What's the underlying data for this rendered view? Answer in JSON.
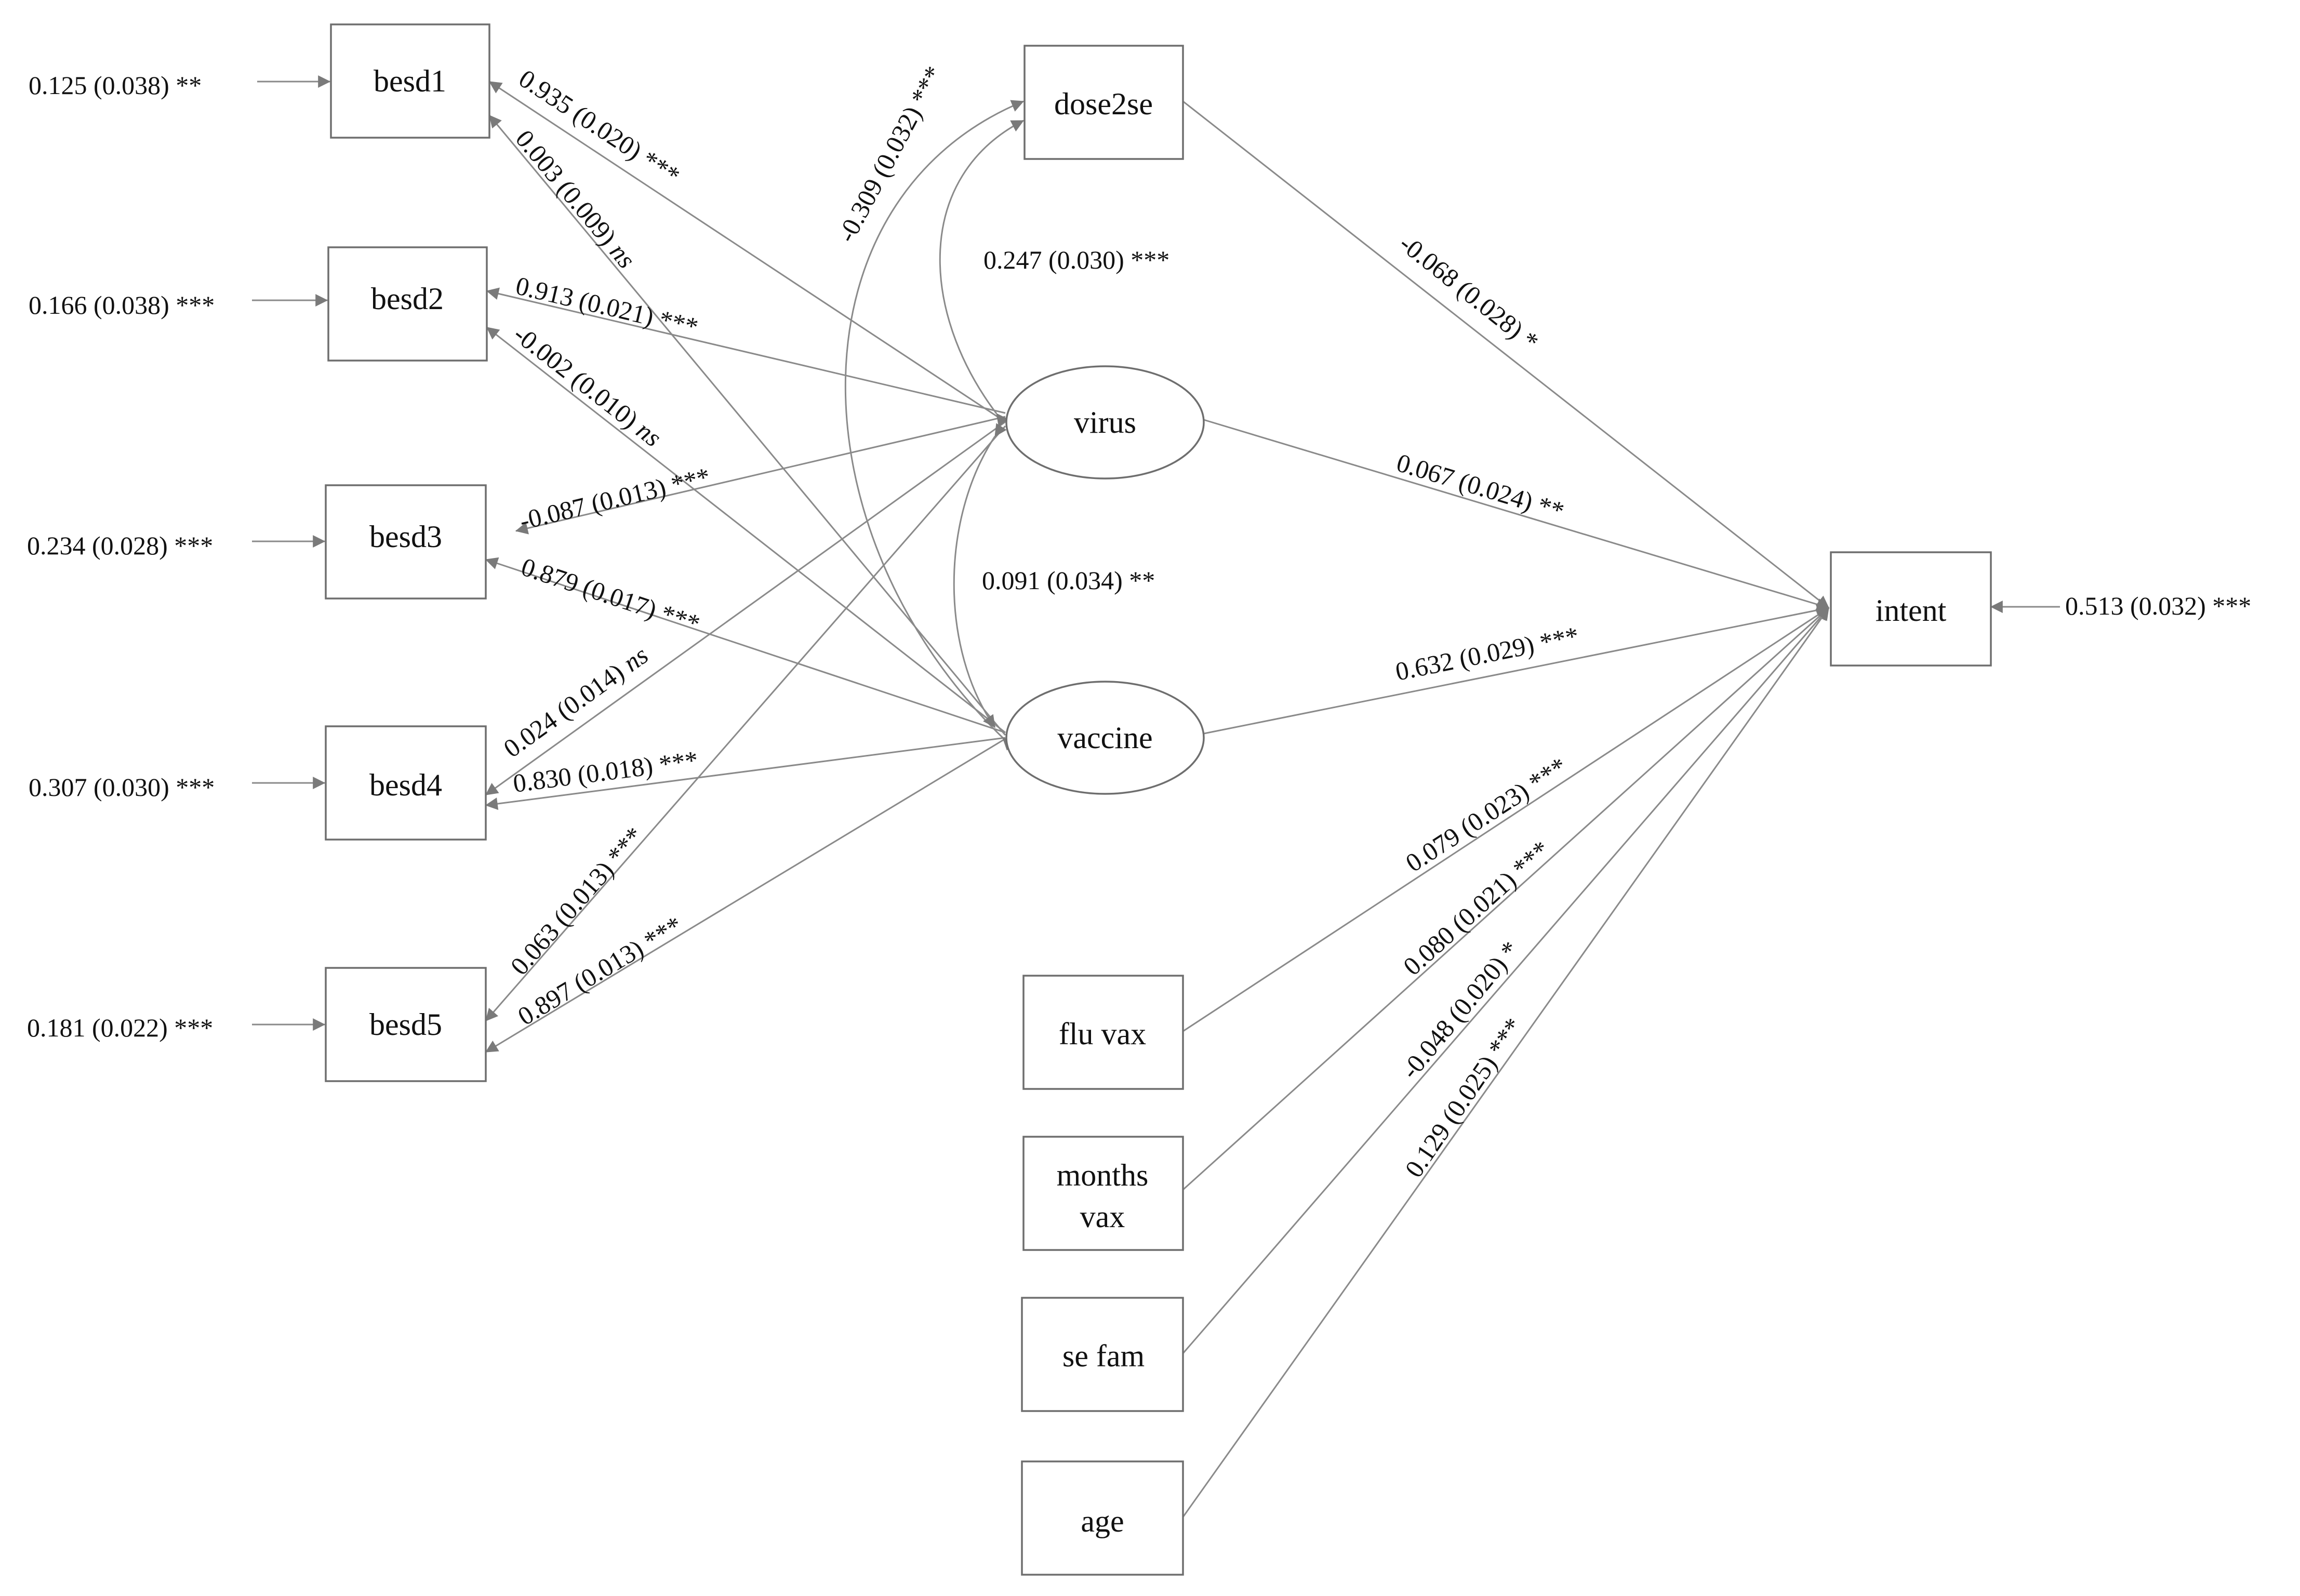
{
  "colors": {
    "line": "#8a8a8a",
    "node_stroke": "#6e6e6e",
    "text": "#111111",
    "background": "#ffffff"
  },
  "nodes": {
    "besd1": "besd1",
    "besd2": "besd2",
    "besd3": "besd3",
    "besd4": "besd4",
    "besd5": "besd5",
    "dose2se": "dose2se",
    "virus": "virus",
    "vaccine": "vaccine",
    "intent": "intent",
    "flu_vax": "flu vax",
    "months_vax_line1": "months",
    "months_vax_line2": "vax",
    "se_fam": "se fam",
    "age": "age"
  },
  "residuals": {
    "besd1": "0.125 (0.038) **",
    "besd2": "0.166 (0.038) ***",
    "besd3": "0.234 (0.028) ***",
    "besd4": "0.307 (0.030) ***",
    "besd5": "0.181 (0.022) ***",
    "intent": "0.513 (0.032) ***"
  },
  "loadings": {
    "virus_besd1": {
      "est": "0.935 (0.020)",
      "sig": "***"
    },
    "vaccine_besd1": {
      "est": "0.003 (0.009)",
      "sig": "ns"
    },
    "virus_besd2": {
      "est": "0.913 (0.021)",
      "sig": "***"
    },
    "vaccine_besd2": {
      "est": "-0.002 (0.010)",
      "sig": "ns"
    },
    "virus_besd3": {
      "est": "-0.087 (0.013)",
      "sig": "***"
    },
    "vaccine_besd3": {
      "est": "0.879 (0.017)",
      "sig": "***"
    },
    "virus_besd4": {
      "est": "0.024 (0.014)",
      "sig": "ns"
    },
    "vaccine_besd4": {
      "est": "0.830 (0.018)",
      "sig": "***"
    },
    "virus_besd5": {
      "est": "0.063 (0.013)",
      "sig": "***"
    },
    "vaccine_besd5": {
      "est": "0.897 (0.013)",
      "sig": "***"
    }
  },
  "covariances": {
    "vaccine_dose2se": "-0.309 (0.032) ***",
    "virus_dose2se": "0.247 (0.030) ***",
    "virus_vaccine": "0.091 (0.034) **"
  },
  "paths": {
    "dose2se_intent": "-0.068 (0.028) *",
    "virus_intent": "0.067 (0.024) **",
    "vaccine_intent": "0.632 (0.029) ***",
    "fluvax_intent": "0.079 (0.023) ***",
    "monthsvax_intent": "0.080 (0.021) ***",
    "sefam_intent": "-0.048 (0.020) *",
    "age_intent": "0.129 (0.025) ***"
  }
}
